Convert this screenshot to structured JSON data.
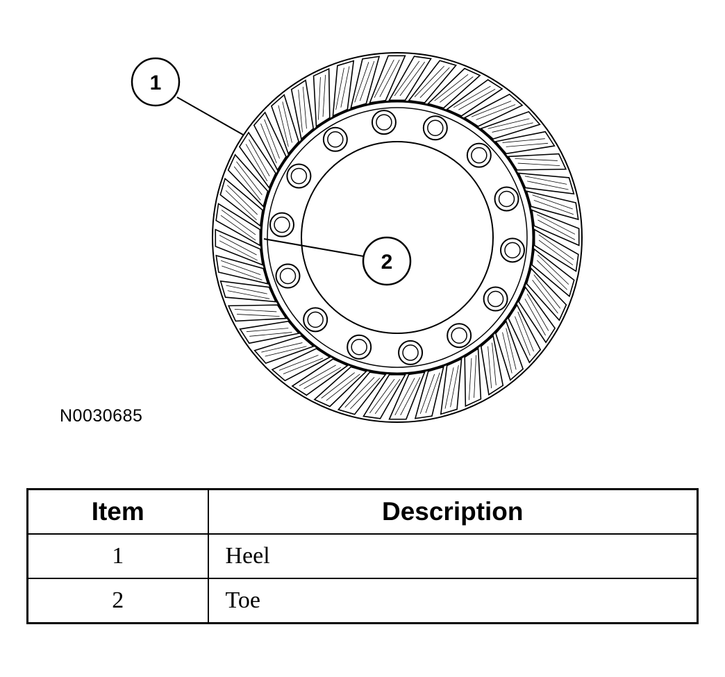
{
  "figure": {
    "id_label": "N0030685",
    "callouts": [
      {
        "number": "1"
      },
      {
        "number": "2"
      }
    ],
    "icon": "ring-gear-illustration"
  },
  "legend": {
    "headers": {
      "item": "Item",
      "description": "Description"
    },
    "rows": [
      {
        "item": "1",
        "description": "Heel"
      },
      {
        "item": "2",
        "description": "Toe"
      }
    ]
  }
}
